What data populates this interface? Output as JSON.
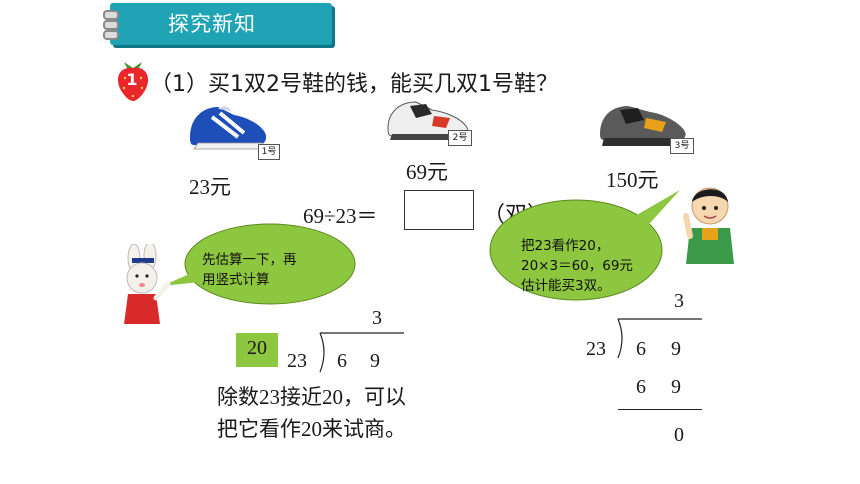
{
  "header": {
    "title": "探究新知"
  },
  "question": {
    "number": "1",
    "text": "（1）买1双2号鞋的钱，能买几双1号鞋？"
  },
  "shoes": [
    {
      "size_tag": "1号",
      "price": "23元"
    },
    {
      "size_tag": "2号",
      "price": "69元"
    },
    {
      "size_tag": "3号",
      "price": "150元"
    }
  ],
  "equation": {
    "expression": "69÷23＝",
    "unit": "（双）"
  },
  "bubbles": {
    "rabbit": [
      "先估算一下，再",
      "用竖式计算"
    ],
    "boy": [
      "把23看作20，",
      "20×3＝60，69元",
      "估计能买3双。"
    ]
  },
  "left_division": {
    "estimate": "20",
    "quotient": "3",
    "divisor": "23",
    "dividend": [
      "6",
      "9"
    ]
  },
  "right_division": {
    "quotient": "3",
    "divisor": "23",
    "dividend": [
      "6",
      "9"
    ],
    "product": [
      "6",
      "9"
    ],
    "remainder": "0"
  },
  "note": [
    "除数23接近20，可以",
    "把它看作20来试商。"
  ],
  "colors": {
    "banner": "#1fa3b5",
    "bubble": "#8dc63f",
    "strawberry": "#e8262c"
  }
}
